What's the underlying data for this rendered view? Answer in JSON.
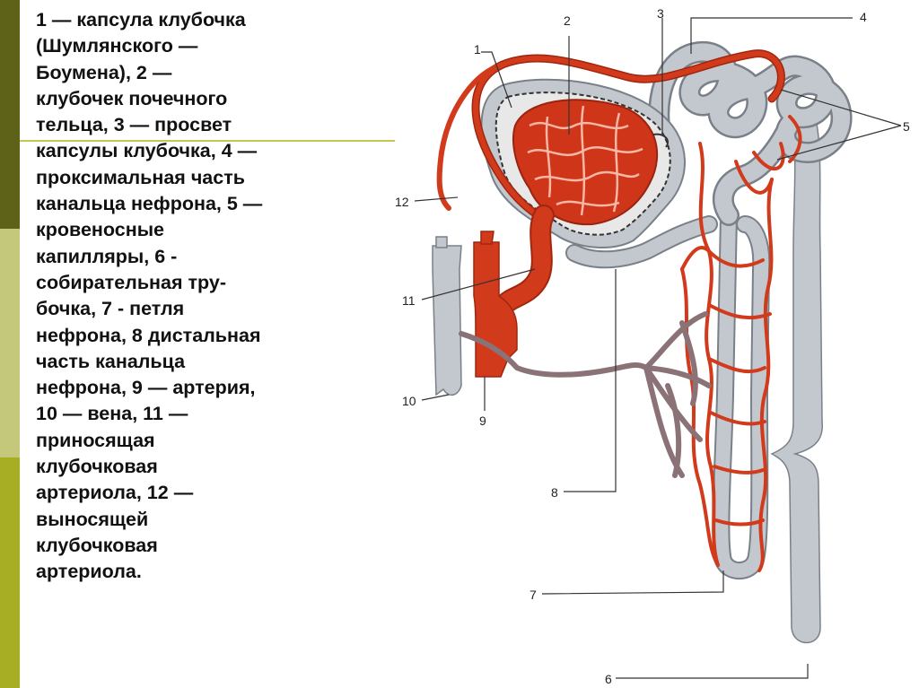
{
  "caption": "1 — капсула клубочка\n(Шумлянского —\nБоумена), 2 —\nклубочек почечного\nтельца, 3 — просвет\nкапсулы клубочка, 4 —\nпроксимальная часть\nканальца нефрона, 5 —\nкровеносные\nкапилляры, 6 -\nсобирательная тру-\nбочка, 7 - петля\nнефрона, 8 дистальная\nчасть канальца\nнефрона, 9 — артерия,\n10 — вена, 11 —\nприносящая\nклубочковая\nартериола, 12 —\nвыносящей\nклубочковая\nартериола.",
  "labels": {
    "l1": "1",
    "l2": "2",
    "l3": "3",
    "l4": "4",
    "l5": "5",
    "l6": "6",
    "l7": "7",
    "l8": "8",
    "l9": "9",
    "l10": "10",
    "l11": "11",
    "l12": "12"
  },
  "colors": {
    "tubule": "#b9bec4",
    "tubule_edge": "#7a8088",
    "vessel": "#d23a1c",
    "vessel_dark": "#a0260f",
    "accent_bar_top": "#5e6219",
    "accent_bar_mid": "#c3c87a",
    "accent_bar_bottom": "#a7ae24"
  }
}
